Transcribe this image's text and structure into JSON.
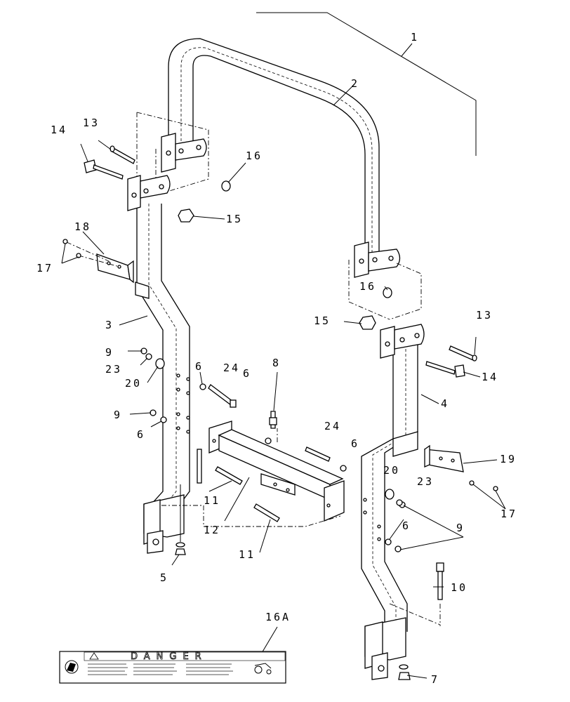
{
  "callouts": {
    "c1": "1",
    "c2": "2",
    "c3": "3",
    "c4": "4",
    "c5": "5",
    "c6a": "6",
    "c6b": "6",
    "c6c": "6",
    "c6d": "6",
    "c6e": "6",
    "c7": "7",
    "c8": "8",
    "c9a": "9",
    "c9b": "9",
    "c9c": "9",
    "c10": "10",
    "c11a": "11",
    "c11b": "11",
    "c12": "12",
    "c13a": "13",
    "c13b": "13",
    "c14a": "14",
    "c14b": "14",
    "c15a": "15",
    "c15b": "15",
    "c16a": "16",
    "c16b": "16",
    "c16A": "16A",
    "c17a": "17",
    "c17b": "17",
    "c18": "18",
    "c19": "19",
    "c20a": "20",
    "c20b": "20",
    "c23a": "23",
    "c23b": "23",
    "c24a": "24",
    "c24b": "24"
  },
  "decal": {
    "title": "DANGER"
  }
}
